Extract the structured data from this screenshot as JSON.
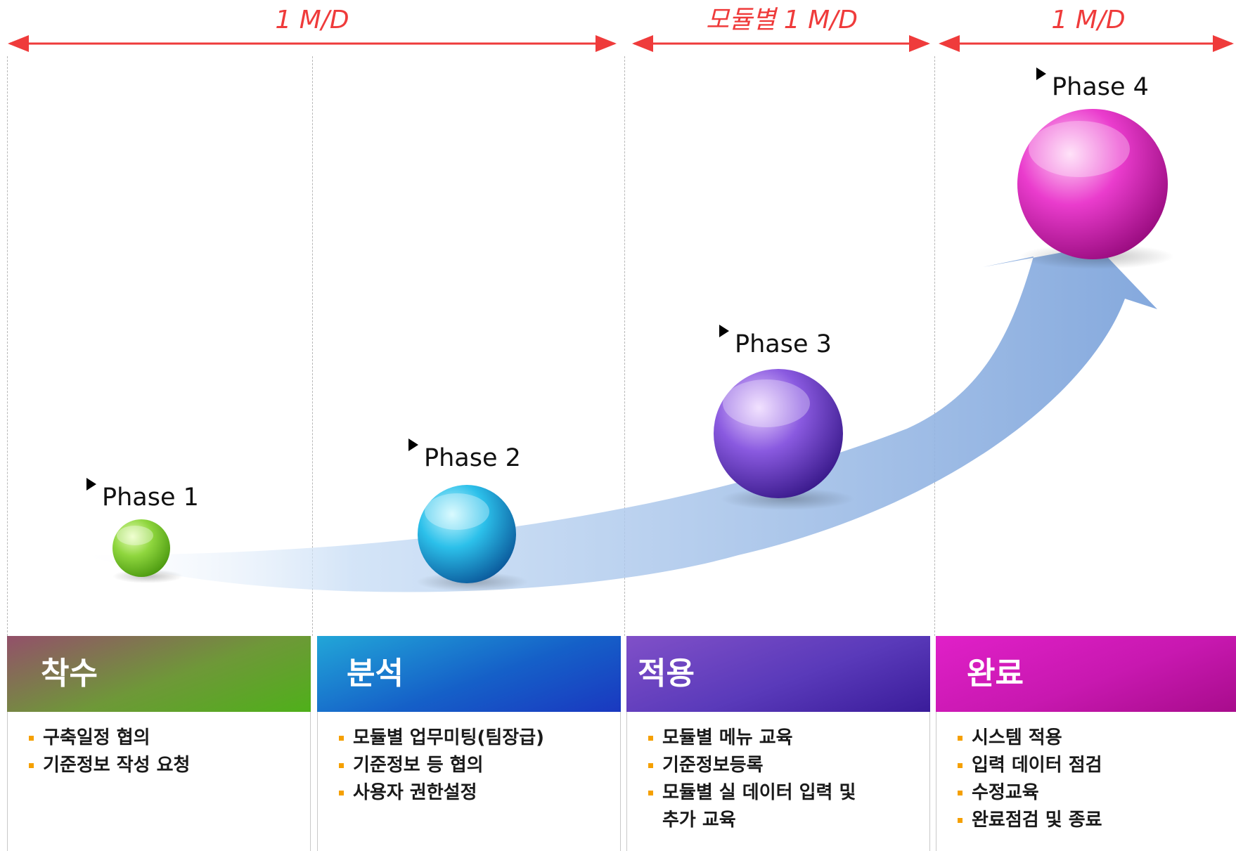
{
  "durations": [
    {
      "label": "1 M/D"
    },
    {
      "label": "모듈별 1 M/D"
    },
    {
      "label": "1 M/D"
    }
  ],
  "phases": [
    {
      "label": "Phase 1",
      "color": "#7cc23a"
    },
    {
      "label": "Phase 2",
      "color": "#1ea8d6"
    },
    {
      "label": "Phase 3",
      "color": "#6a3cc8"
    },
    {
      "label": "Phase 4",
      "color": "#d81ab6"
    }
  ],
  "stages": [
    {
      "title": "착수",
      "items": [
        "구축일정 협의",
        "기준정보 작성 요청"
      ]
    },
    {
      "title": "분석",
      "items": [
        "모듈별 업무미팅(팀장급)",
        "기준정보 등 협의",
        "사용자 권한설정"
      ]
    },
    {
      "title": "적용",
      "items": [
        "모듈별 메뉴 교육",
        "기준정보등록",
        "모듈별 실 데이터 입력 및 추가 교육"
      ]
    },
    {
      "title": "완료",
      "items": [
        "시스템 적용",
        "입력 데이터 점검",
        "수정교육",
        "완료점검 및 종료"
      ]
    }
  ],
  "colors": {
    "duration": "#ef3b3b",
    "bullet": "#f5a000",
    "arrow": "#8fb2e2"
  },
  "icons": [
    "double-arrow-icon",
    "triangle-pointer-icon",
    "curved-arrow-icon",
    "sphere-icon",
    "square-bullet-icon"
  ]
}
